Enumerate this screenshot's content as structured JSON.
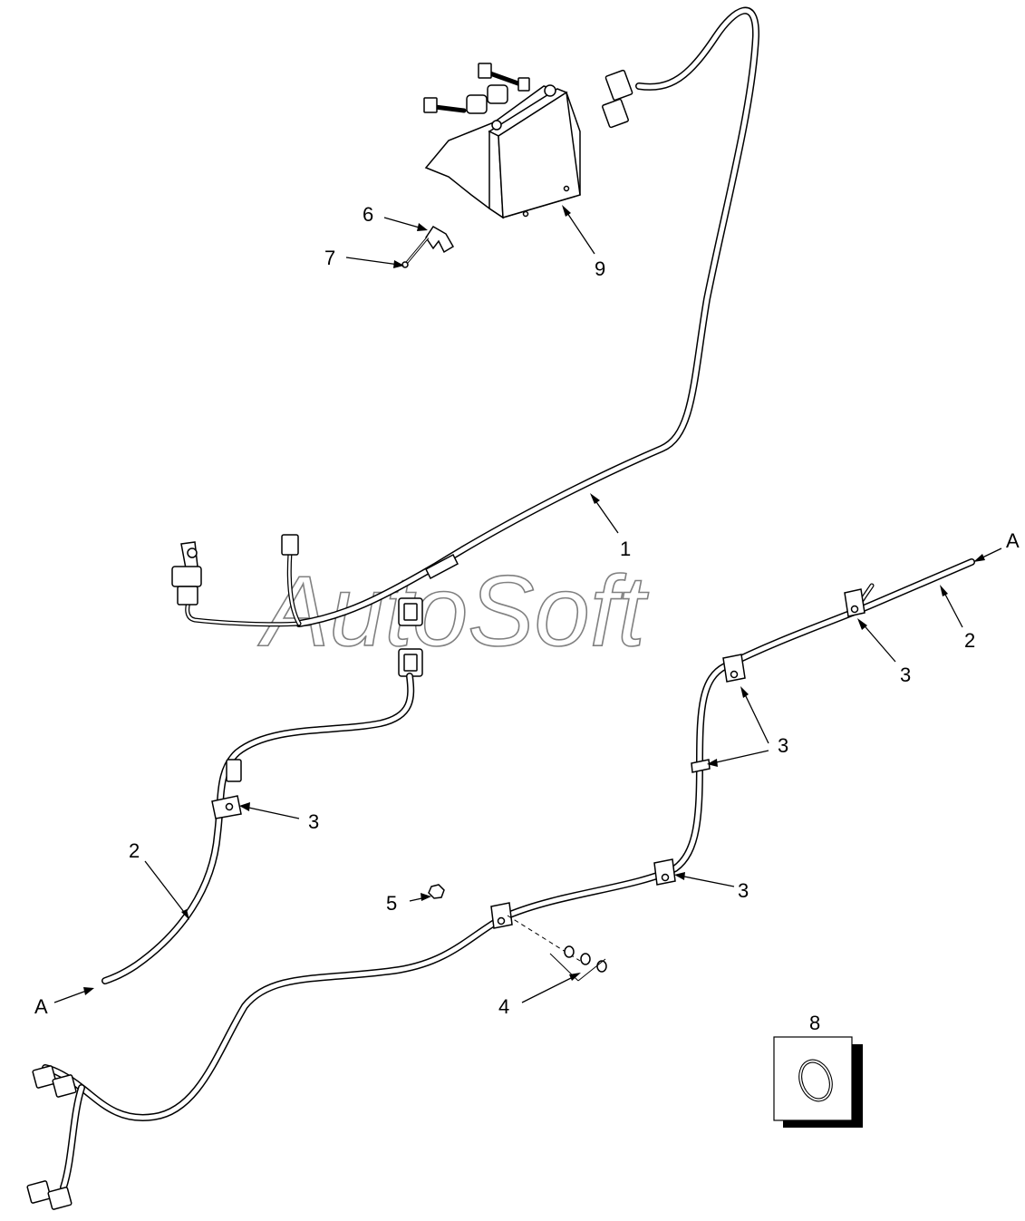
{
  "watermark": "AutoSoft",
  "callouts": {
    "c1": "1",
    "c2a": "2",
    "c2b": "2",
    "c3a": "3",
    "c3b": "3",
    "c3c": "3",
    "c3d": "3",
    "c3e": "3",
    "c4": "4",
    "c5": "5",
    "c6": "6",
    "c7": "7",
    "c8": "8",
    "c9": "9",
    "cA1": "A",
    "cA2": "A"
  }
}
